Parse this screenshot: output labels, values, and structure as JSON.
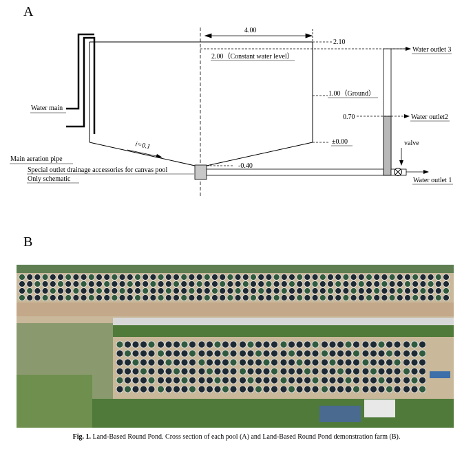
{
  "panel_a_label": "A",
  "panel_b_label": "B",
  "diagram": {
    "width_dim": "4.00",
    "level_210": "2.10",
    "level_200": "2.00（Constant water level）",
    "level_100": "1.00（Ground）",
    "level_070": "0.70",
    "level_000": "±0.00",
    "level_m040": "-0.40",
    "slope": "i=0.1",
    "water_main": "Water main",
    "main_aeration": "Main aeration pipe",
    "special_outlet": "Special outlet drainage accessories for canvas pool",
    "schematic": "Only schematic",
    "outlet_3": "Water outlet 3",
    "outlet_2": "Water outlet2",
    "outlet_1": "Water outlet 1",
    "valve": "valve"
  },
  "caption": {
    "prefix": "Fig. 1.",
    "text": "Land-Based Round Pond. Cross section of each pool (A) and Land-Based Round Pond demonstration farm (B)."
  },
  "colors": {
    "pond_dark": "#1e2a33",
    "pond_green": "#2f5a3e",
    "ground": "#c7ae8f",
    "vegetation": "#4f7a3a",
    "roof_blue": "#3d6fa8",
    "pipe_grey": "#b8b8b8"
  }
}
